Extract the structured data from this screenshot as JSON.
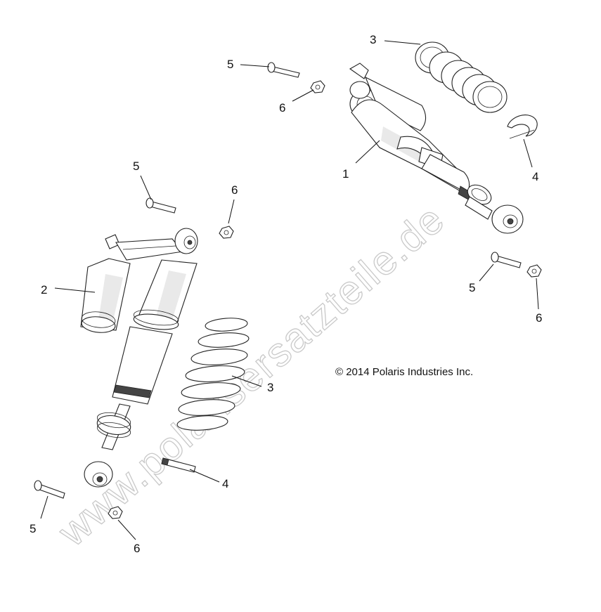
{
  "diagram": {
    "callouts": {
      "shock_right": "1",
      "shock_left": "2",
      "spring_right": "3",
      "spring_left": "3",
      "retainer_right": "4",
      "retainer_left": "4",
      "bolt_top_right": "5",
      "bolt_mid_left": "5",
      "bolt_mid_right": "5",
      "bolt_bottom_left": "5",
      "nut_top_right": "6",
      "nut_mid_left": "6",
      "nut_mid_right": "6",
      "nut_bottom_left": "6"
    },
    "copyright": "© 2014 Polaris Industries Inc.",
    "watermark": "www.polarisersatzteile.de"
  },
  "colors": {
    "line": "#111111",
    "watermark_outline": "#c9c9c9",
    "background": "#ffffff"
  }
}
